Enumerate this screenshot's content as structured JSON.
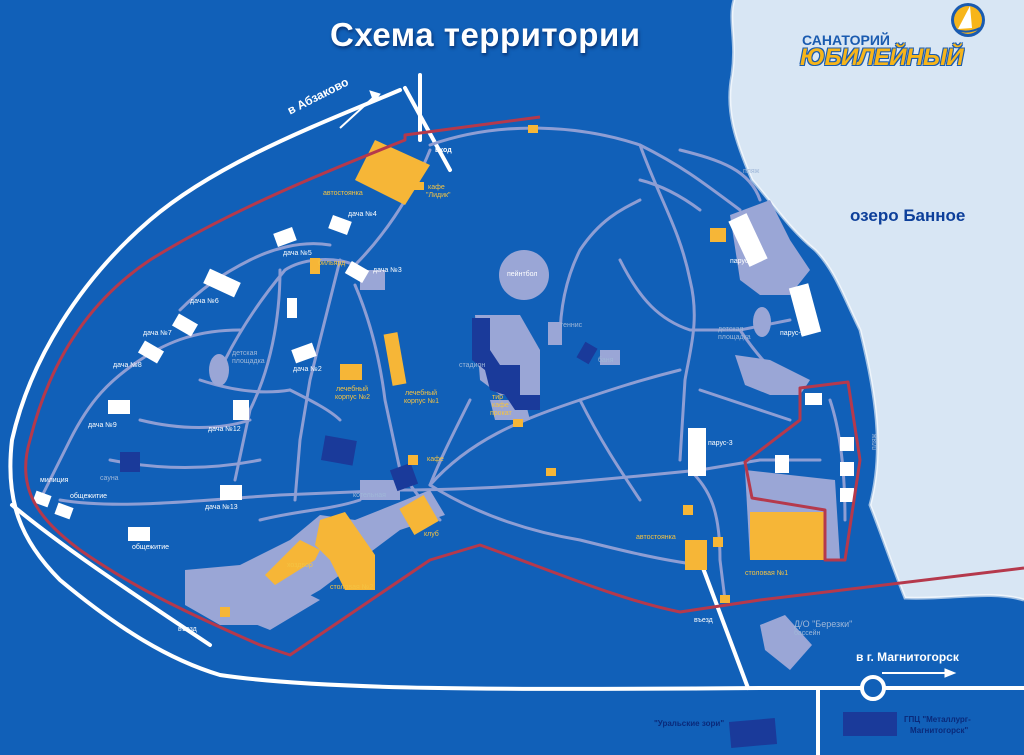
{
  "header": {
    "title": "Схема территории",
    "brand_line1": "САНАТОРИЙ",
    "brand_line2": "ЮБИЛЕЙНЫЙ"
  },
  "lake": {
    "name": "озеро Банное"
  },
  "roads": {
    "to_abzakovo": "в Абзаково",
    "to_magnitogorsk": "в г. Магнитогорск"
  },
  "labels": {
    "entrance_top": "вход",
    "entrance_left": "въезд",
    "entrance_right": "въезд",
    "parking_top": "автостоянка",
    "parking_bottom": "автостоянка",
    "cafe_lidik_1": "кафе",
    "cafe_lidik_2": "\"Лидик\"",
    "billiards": "бильярд",
    "cafe": "кафе",
    "club": "клуб",
    "dining2": "столовая №2",
    "dining1": "столовая №1",
    "hozdvor": "хоздвор",
    "med1_1": "лечебный",
    "med1_2": "корпус №1",
    "med2_1": "лечебный",
    "med2_2": "корпус №2",
    "paintball": "пейнтбол",
    "tir": "тир",
    "cafe2": "кафе",
    "rental": "прокат",
    "parus1": "парус-1",
    "parus2": "парус-2",
    "parus3": "парус-3",
    "kids_playground_left_1": "детская",
    "kids_playground_left_2": "площадка",
    "kids_playground_right_1": "детская",
    "kids_playground_right_2": "площадка",
    "beach_top": "пляж",
    "beach_side": "пляж",
    "dacha2": "дача №2",
    "dacha3": "дача №3",
    "dacha4": "дача №4",
    "dacha5": "дача №5",
    "dacha6": "дача №6",
    "dacha7": "дача №7",
    "dacha8": "дача №8",
    "dacha9": "дача №9",
    "dacha12": "дача №12",
    "dacha13": "дача №13",
    "police": "милиция",
    "dorm1": "общежитие",
    "dorm2": "общежитие",
    "sauna": "сауна",
    "boiler": "котельная",
    "stadium": "стадион",
    "tennis": "теннис",
    "banya": "баня",
    "berezki_1": "Д/О \"Березки\"",
    "berezki_2": "бассейн",
    "uralskie_zori": "\"Уральские зори\"",
    "gpts_1": "ГПЦ \"Металлург-",
    "gpts_2": "Магнитогорск\""
  },
  "icons": {
    "logo": "sail-ball-logo-icon",
    "arrow_abzakovo": "arrow-right-icon",
    "arrow_magnitogorsk": "arrow-right-icon",
    "roundabout": "roundabout-icon"
  },
  "colors": {
    "sea": "#1160b8",
    "lake": "#d8e6f4",
    "road": "#8e9ed4",
    "highway": "#ffffff",
    "boundary": "#b5394c",
    "building_main": "#f6b637",
    "building_white": "#ffffff",
    "building_grey": "#9aa6d6",
    "building_navy": "#1a3a9a"
  }
}
